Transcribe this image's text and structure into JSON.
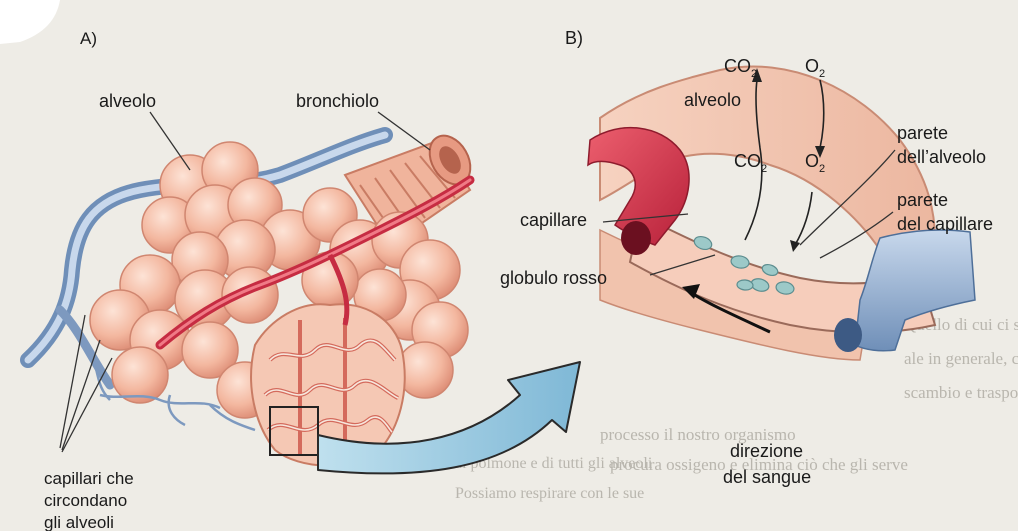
{
  "panels": {
    "a": {
      "label": "A)"
    },
    "b": {
      "label": "B)"
    }
  },
  "labels": {
    "alveolo_a": "alveolo",
    "bronchiolo": "bronchiolo",
    "capillari": [
      "capillari che",
      "circondano",
      "gli alveoli"
    ],
    "alveolo_b": "alveolo",
    "co2_top": {
      "base": "CO",
      "sub": "2"
    },
    "o2_top": {
      "base": "O",
      "sub": "2"
    },
    "co2_mid": {
      "base": "CO",
      "sub": "2"
    },
    "o2_mid": {
      "base": "O",
      "sub": "2"
    },
    "parete_alveolo": [
      "parete",
      "dell’alveolo"
    ],
    "parete_capillare": [
      "parete",
      "del capillare"
    ],
    "capillare": "capillare",
    "globulo_rosso": "globulo rosso",
    "direzione": [
      "direzione",
      "del sangue"
    ]
  },
  "background_text": [
    "Quello di cui ci stiamo occupando è la respirazione vi-",
    "ale in generale, con la quale ci riferiamo ai processi di",
    "scambio e trasporto dei gas. In questo",
    "processo il nostro organismo",
    "procura ossigeno e elimina ciò che gli serve",
    "al polmone e di tutti gli alveoli",
    "Possiamo respirare con le sue"
  ],
  "colors": {
    "background": "#eeece6",
    "alveolus_fill": "#f2b8a2",
    "alveolus_stroke": "#d98a72",
    "artery": "#d9364a",
    "vein": "#8fa9c9",
    "arrow_fill": "#9ecae0",
    "label_text": "#1a1a1a"
  }
}
